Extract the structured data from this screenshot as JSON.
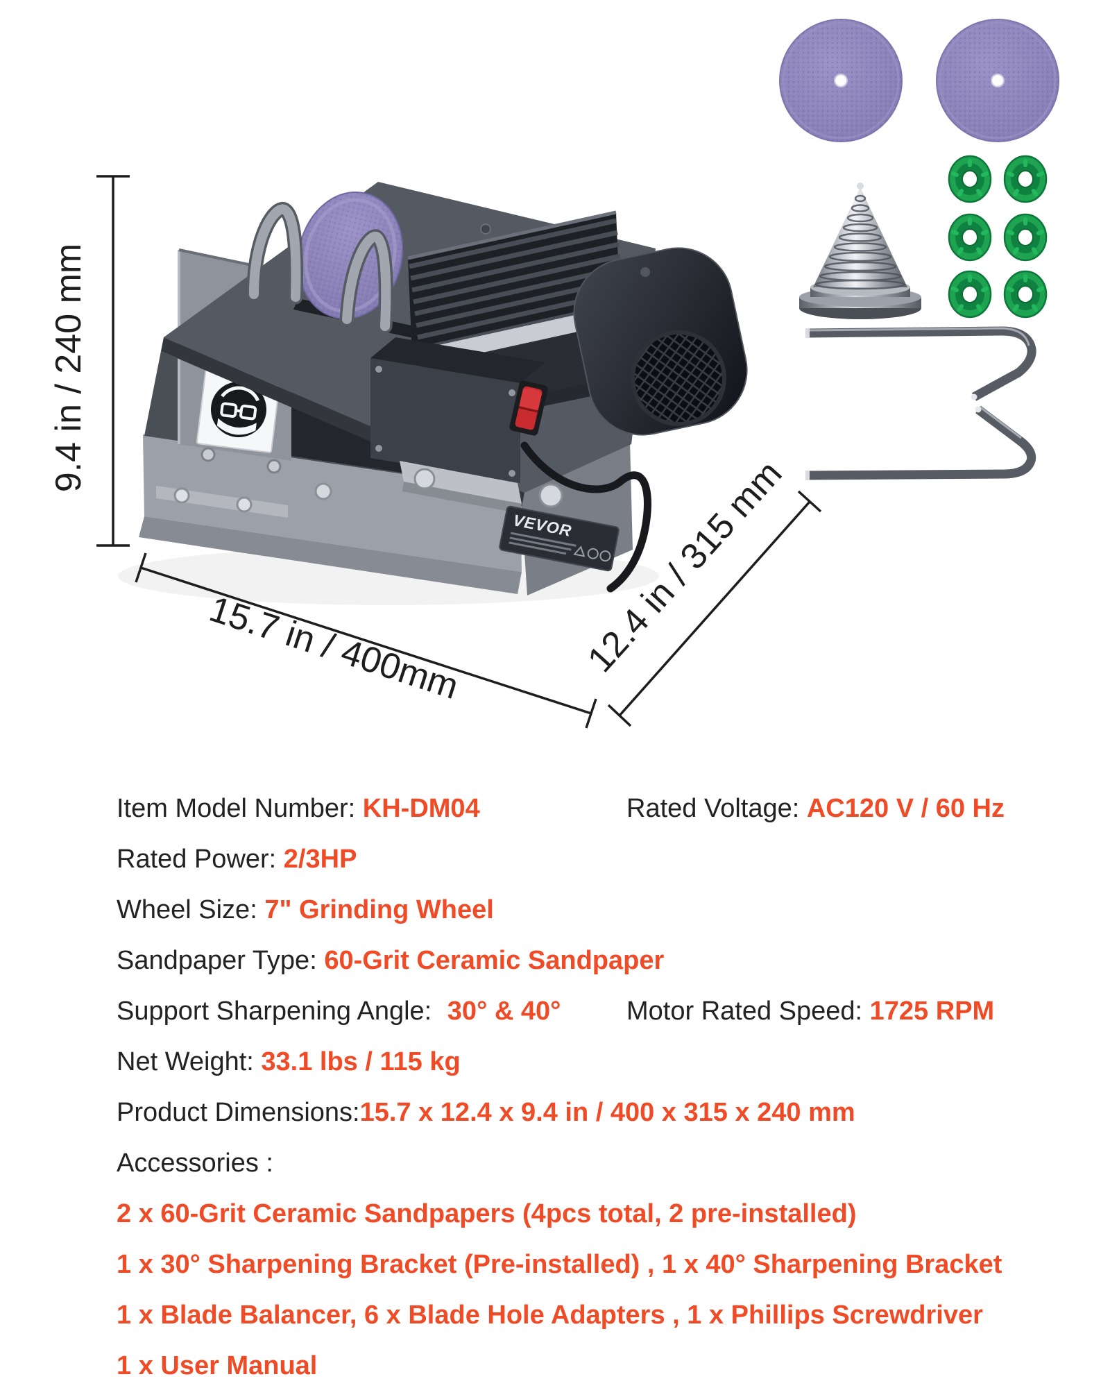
{
  "palette": {
    "accent_orange": "#F04B27",
    "text_black": "#242122",
    "disc_purple": "#8E86BA",
    "adapter_green": "#1EA351",
    "switch_red": "#C82B2E",
    "base_gray": "#9CA1A9",
    "deck_gray": "#555A62"
  },
  "illustration": {
    "brand_label": "VEVOR",
    "dimension_labels": {
      "height": "9.4 in / 240 mm",
      "width": "15.7 in / 400mm",
      "depth": "12.4 in / 315 mm"
    }
  },
  "specs": {
    "left_rows": [
      {
        "label": "Item Model Number: ",
        "value": "KH-DM04"
      },
      {
        "label": "Rated Power: ",
        "value": "2/3HP"
      },
      {
        "label": "Wheel Size: ",
        "value": "7\" Grinding Wheel"
      },
      {
        "label": "Sandpaper Type: ",
        "value": "60-Grit Ceramic Sandpaper"
      },
      {
        "label": "Support Sharpening Angle: ",
        "value": "30° & 40°"
      },
      {
        "label": "Net Weight: ",
        "value": "33.1 lbs / 115 kg"
      },
      {
        "label": "Product Dimensions:",
        "value": "15.7 x 12.4 x 9.4 in / 400 x 315 x 240 mm"
      }
    ],
    "right_rows": [
      {
        "label": "Rated Voltage: ",
        "value": "AC120 V / 60 Hz"
      },
      {
        "label": "Motor Rated Speed: ",
        "value": "1725 RPM"
      }
    ],
    "accessories_title": "Accessories :",
    "accessories": [
      "2 x 60-Grit Ceramic Sandpapers (4pcs total, 2 pre-installed)",
      "1 x 30° Sharpening Bracket (Pre-installed) , 1 x 40° Sharpening Bracket",
      "1 x Blade Balancer, 6 x Blade Hole Adapters , 1 x Phillips Screwdriver",
      "1 x User Manual"
    ]
  }
}
